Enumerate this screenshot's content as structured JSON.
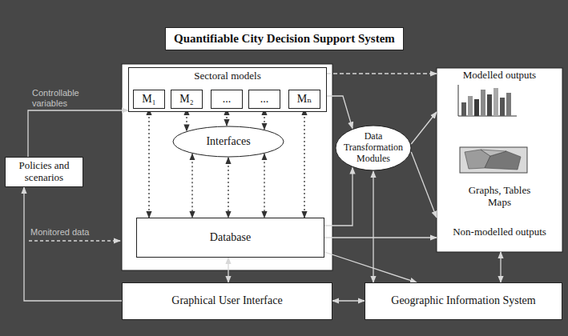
{
  "diagram": {
    "title": "Quantifiable City Decision Support System",
    "nodes": [
      {
        "text": [
          "Policies and scenarios"
        ]
      },
      {
        "text": [
          "Sectoral models"
        ]
      },
      {
        "text": [
          "M₁"
        ],
        "in": 1
      },
      {
        "text": [
          "M₂"
        ],
        "in": 1
      },
      {
        "text": [
          "..."
        ],
        "in": 1
      },
      {
        "text": [
          "..."
        ],
        "in": 1
      },
      {
        "text": [
          "Mₙ"
        ],
        "in": 1
      },
      {
        "text": [
          "Interfaces"
        ]
      },
      {
        "text": [
          "Database"
        ]
      },
      {
        "text": [
          "Data Transformation Modules"
        ]
      },
      {
        "text": [
          "Modelled outputs",
          "Graphs, Tables Maps",
          "Non-modelled outputs"
        ]
      },
      {
        "text": [
          "Graphical User Interface"
        ]
      },
      {
        "text": [
          "Geographic Information System"
        ]
      }
    ],
    "edges": [
      {
        "from": 0,
        "to": 1,
        "arrow": "to"
      },
      {
        "from": 2,
        "to": 8,
        "arrow": "both"
      },
      {
        "from": 3,
        "to": 7,
        "arrow": "both"
      },
      {
        "from": 4,
        "to": 7,
        "arrow": "both"
      },
      {
        "from": 5,
        "to": 7,
        "arrow": "both"
      },
      {
        "from": 6,
        "to": 8,
        "arrow": "both"
      },
      {
        "from": 7,
        "to": 8,
        "arrow": "both"
      },
      {
        "from": 7,
        "to": 8,
        "arrow": "both"
      },
      {
        "from": 7,
        "to": 8,
        "arrow": "both"
      },
      {
        "from": 1,
        "to": 9,
        "arrow": "to"
      },
      {
        "from": 8,
        "to": 9,
        "arrow": "to"
      },
      {
        "from": 9,
        "to": 10,
        "arrow": "to"
      },
      {
        "from": 9,
        "to": 10,
        "arrow": "to"
      },
      {
        "from": 1,
        "to": 10,
        "arrow": "to"
      },
      {
        "from": 8,
        "to": 10,
        "arrow": "to"
      },
      {
        "from": 8,
        "to": 11,
        "arrow": "both"
      },
      {
        "from": 11,
        "to": 12,
        "arrow": "both"
      },
      {
        "from": 9,
        "to": 12,
        "arrow": "both"
      },
      {
        "from": 10,
        "to": 12,
        "arrow": "both"
      },
      {
        "from": 8,
        "to": 12,
        "arrow": "to"
      },
      {
        "from": 11,
        "to": 0,
        "arrow": "to"
      }
    ],
    "labels": [
      "Controllable variables",
      "Monitored data"
    ]
  }
}
